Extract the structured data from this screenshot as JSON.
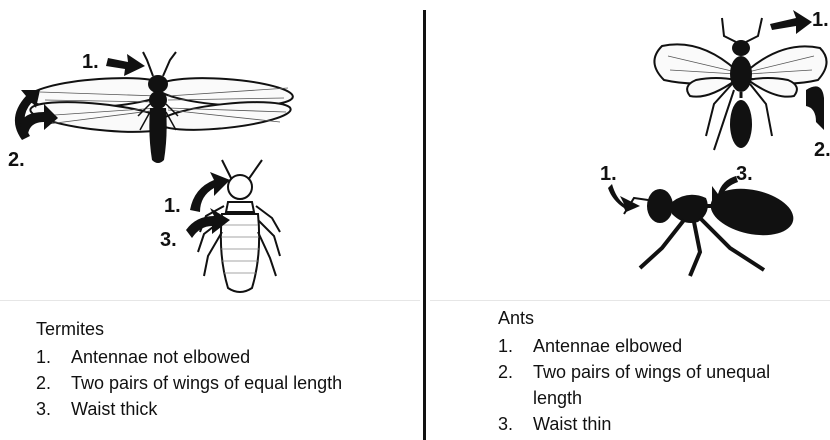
{
  "termites": {
    "heading": "Termites",
    "items": [
      {
        "num": "1.",
        "text": "Antennae not elbowed"
      },
      {
        "num": "2.",
        "text": "Two pairs of wings of equal length"
      },
      {
        "num": "3.",
        "text": "Waist thick"
      }
    ],
    "callouts": {
      "antenna": "1.",
      "wings": "2.",
      "larva_antenna": "1.",
      "larva_waist": "3."
    }
  },
  "ants": {
    "heading": "Ants",
    "items": [
      {
        "num": "1.",
        "text": "Antennae elbowed"
      },
      {
        "num": "2.",
        "text": "Two pairs of wings of unequal length"
      },
      {
        "num": "3.",
        "text": "Waist thin"
      }
    ],
    "callouts": {
      "antenna": "1.",
      "wings": "2.",
      "worker_antenna": "1.",
      "worker_waist": "3."
    }
  }
}
